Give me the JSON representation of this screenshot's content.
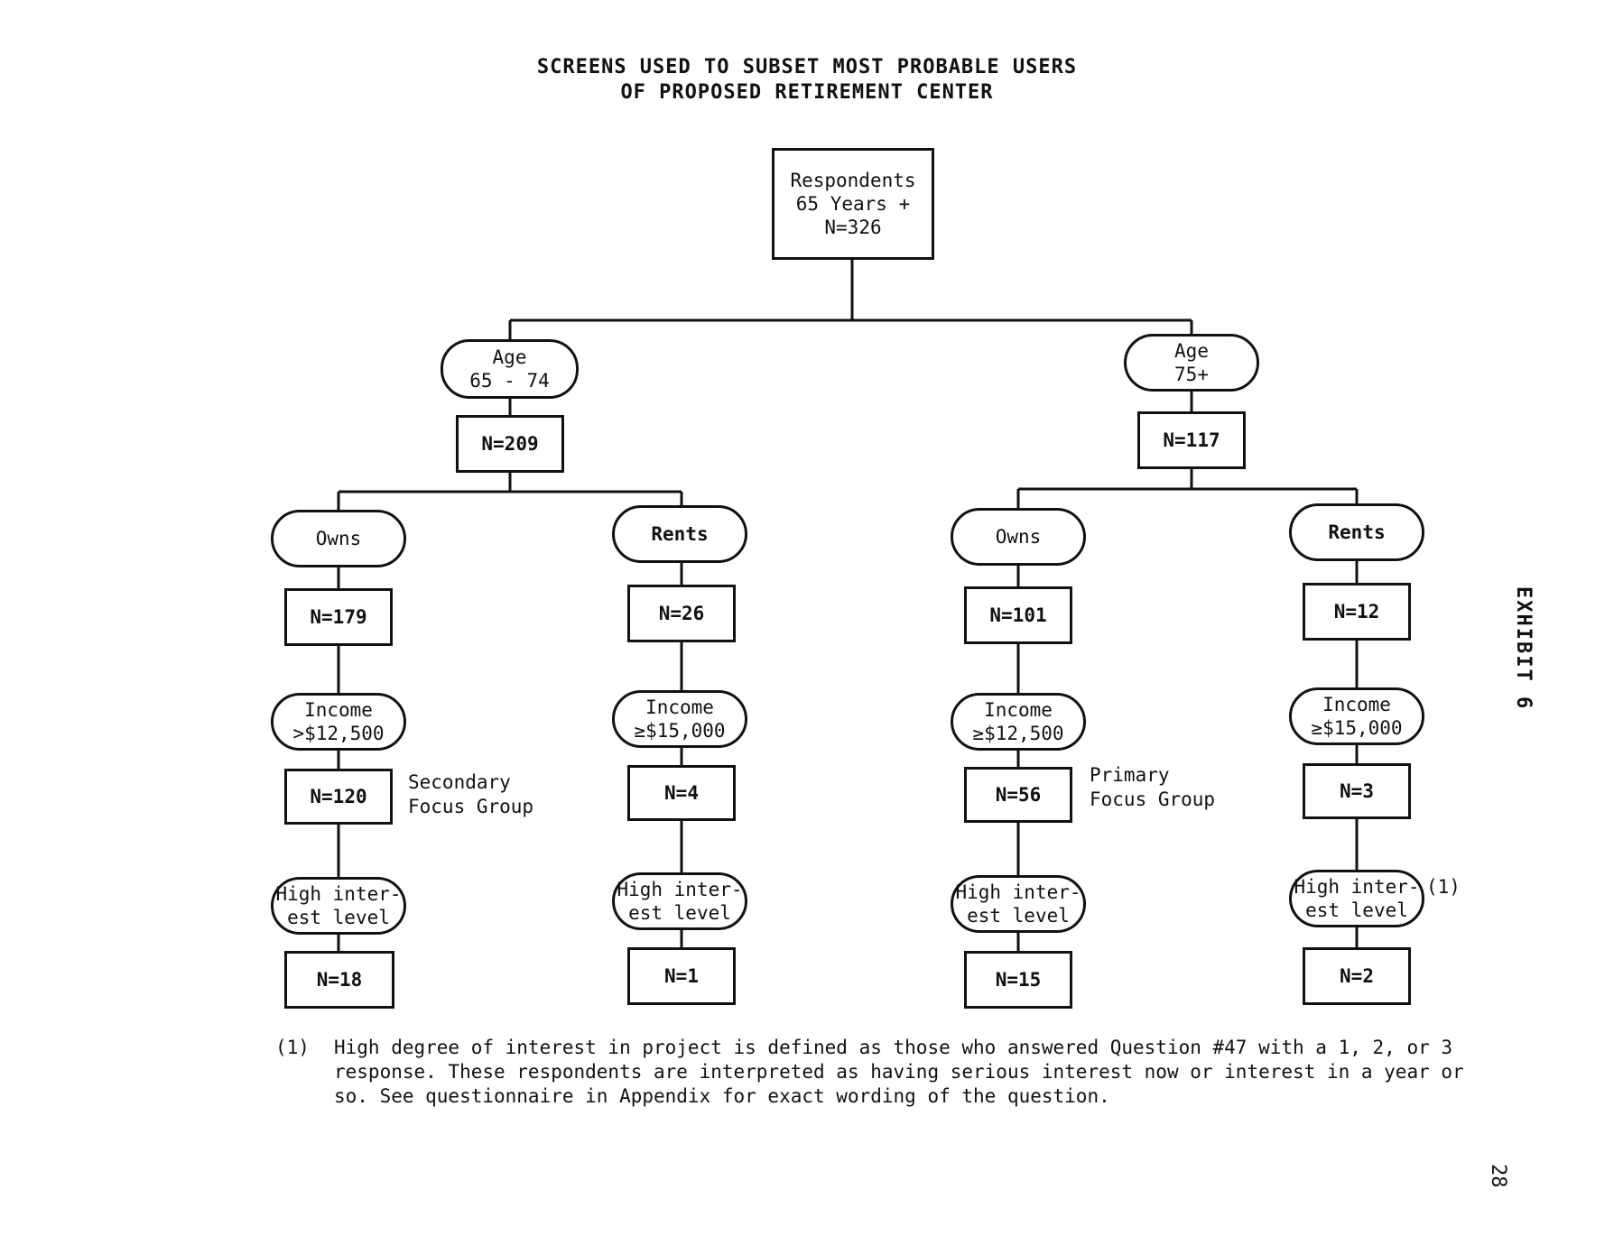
{
  "title": {
    "line1": "SCREENS USED TO SUBSET MOST PROBABLE USERS",
    "line2": "OF PROPOSED RETIREMENT CENTER"
  },
  "root": {
    "line1": "Respondents",
    "line2": "65 Years +",
    "line3": "N=326"
  },
  "age_young": {
    "label_line1": "Age",
    "label_line2": "65 - 74",
    "n": "N=209",
    "owns": {
      "label": "Owns",
      "n": "N=179",
      "income_line1": "Income",
      "income_line2": ">$12,500",
      "income_n": "N=120",
      "interest_line1": "High inter-",
      "interest_line2": "est level",
      "interest_n": "N=18"
    },
    "rents": {
      "label": "Rents",
      "n": "N=26",
      "income_line1": "Income",
      "income_line2": "≥$15,000",
      "income_n": "N=4",
      "interest_line1": "High inter-",
      "interest_line2": "est level",
      "interest_n": "N=1"
    }
  },
  "age_old": {
    "label_line1": "Age",
    "label_line2": "75+",
    "n": "N=117",
    "owns": {
      "label": "Owns",
      "n": "N=101",
      "income_line1": "Income",
      "income_line2": "≥$12,500",
      "income_n": "N=56",
      "interest_line1": "High inter-",
      "interest_line2": "est level",
      "interest_n": "N=15"
    },
    "rents": {
      "label": "Rents",
      "n": "N=12",
      "income_line1": "Income",
      "income_line2": "≥$15,000",
      "income_n": "N=3",
      "interest_line1": "High inter-",
      "interest_line2": "est level",
      "interest_n": "N=2"
    }
  },
  "interest_note_mark": "(1)",
  "secondary_group": {
    "line1": "Secondary",
    "line2": "Focus Group"
  },
  "primary_group": {
    "line1": "Primary",
    "line2": "Focus Group"
  },
  "exhibit_label": "EXHIBIT 6",
  "footnote": {
    "mark": "(1)",
    "text": "High degree of interest in project is defined as those who answered Question #47 with a 1, 2, or 3 response. These respondents are interpreted as having serious interest now or interest in a year or so. See questionnaire in Appendix for exact wording of the question."
  },
  "page_number": "28"
}
